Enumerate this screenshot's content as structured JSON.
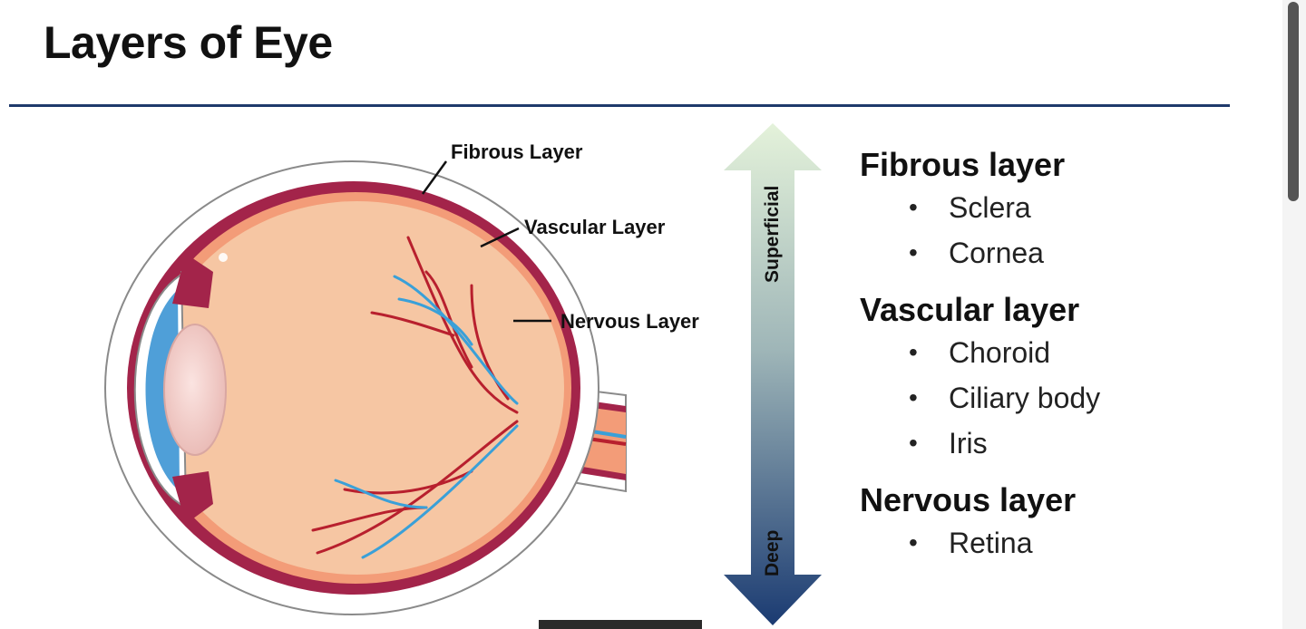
{
  "slide": {
    "title": "Layers of Eye"
  },
  "diagram": {
    "callouts": {
      "fibrous": "Fibrous Layer",
      "vascular": "Vascular Layer",
      "nervous": "Nervous Layer"
    },
    "depth_arrow": {
      "top_label": "Superficial",
      "bottom_label": "Deep"
    },
    "colors": {
      "sclera": "#ffffff",
      "vascular": "#a3244a",
      "vitreous": "#f6c6a3",
      "cornea": "#4f9fd8",
      "vessel_red": "#b8202e",
      "vessel_blue": "#3aa0d8",
      "arrow_top": "#e2f1d8",
      "arrow_bottom": "#1b3b72"
    }
  },
  "legend": {
    "groups": [
      {
        "heading": "Fibrous layer",
        "items": [
          "Sclera",
          "Cornea"
        ]
      },
      {
        "heading": "Vascular layer",
        "items": [
          "Choroid",
          "Ciliary body",
          "Iris"
        ]
      },
      {
        "heading": "Nervous layer",
        "items": [
          "Retina"
        ]
      }
    ]
  }
}
